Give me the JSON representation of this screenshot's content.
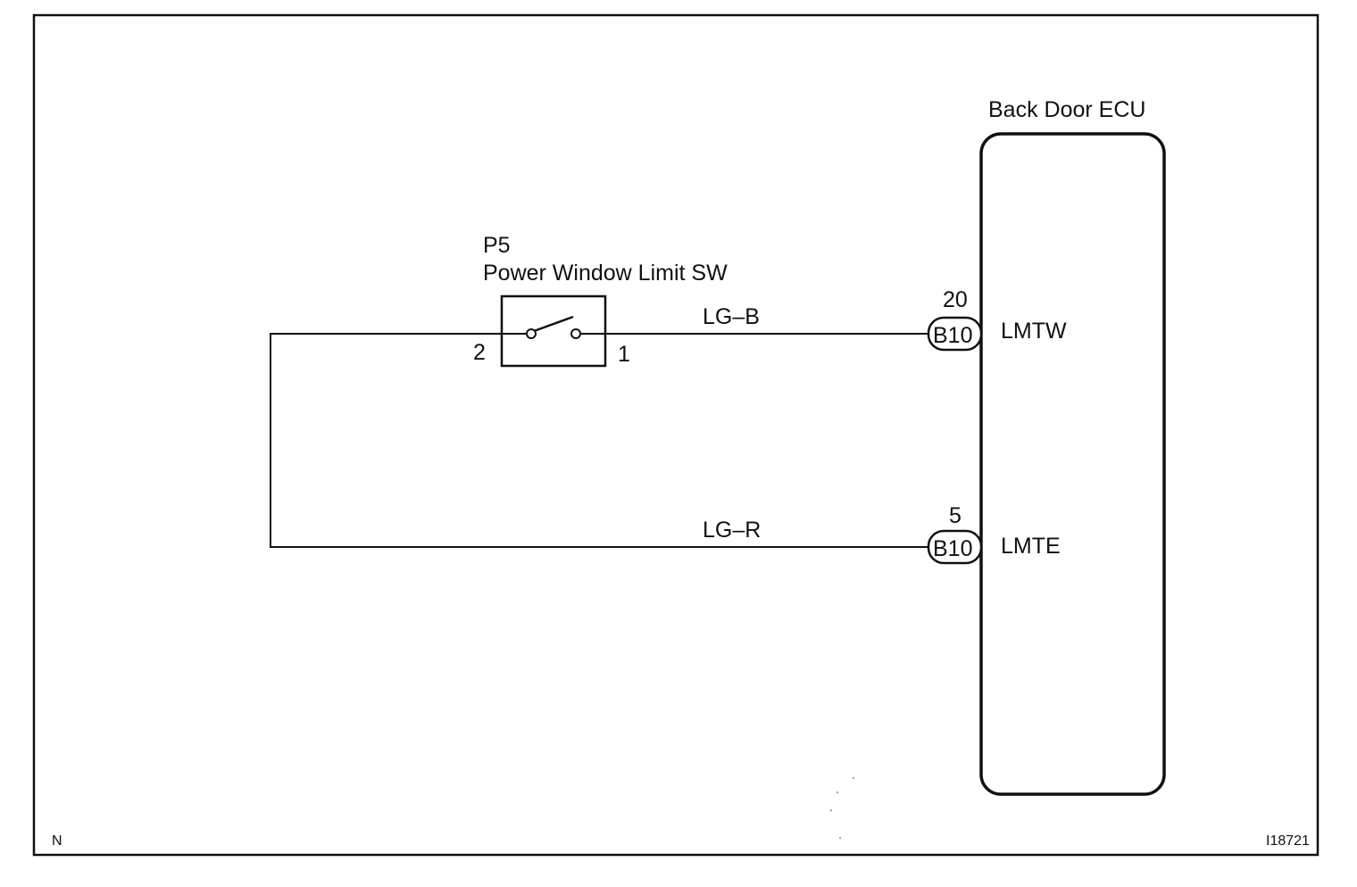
{
  "ecu": {
    "title": "Back Door ECU",
    "terminals": [
      {
        "pin": "20",
        "connector": "B10",
        "signal": "LMTW"
      },
      {
        "pin": "5",
        "connector": "B10",
        "signal": "LMTE"
      }
    ]
  },
  "switch": {
    "code": "P5",
    "name": "Power Window Limit SW",
    "pin_left": "2",
    "pin_right": "1"
  },
  "wires": [
    {
      "color_code": "LG–B"
    },
    {
      "color_code": "LG–R"
    }
  ],
  "corner_marks": {
    "left": "N",
    "right": "I18721"
  },
  "colors": {
    "line": "#111111",
    "background": "#ffffff"
  }
}
